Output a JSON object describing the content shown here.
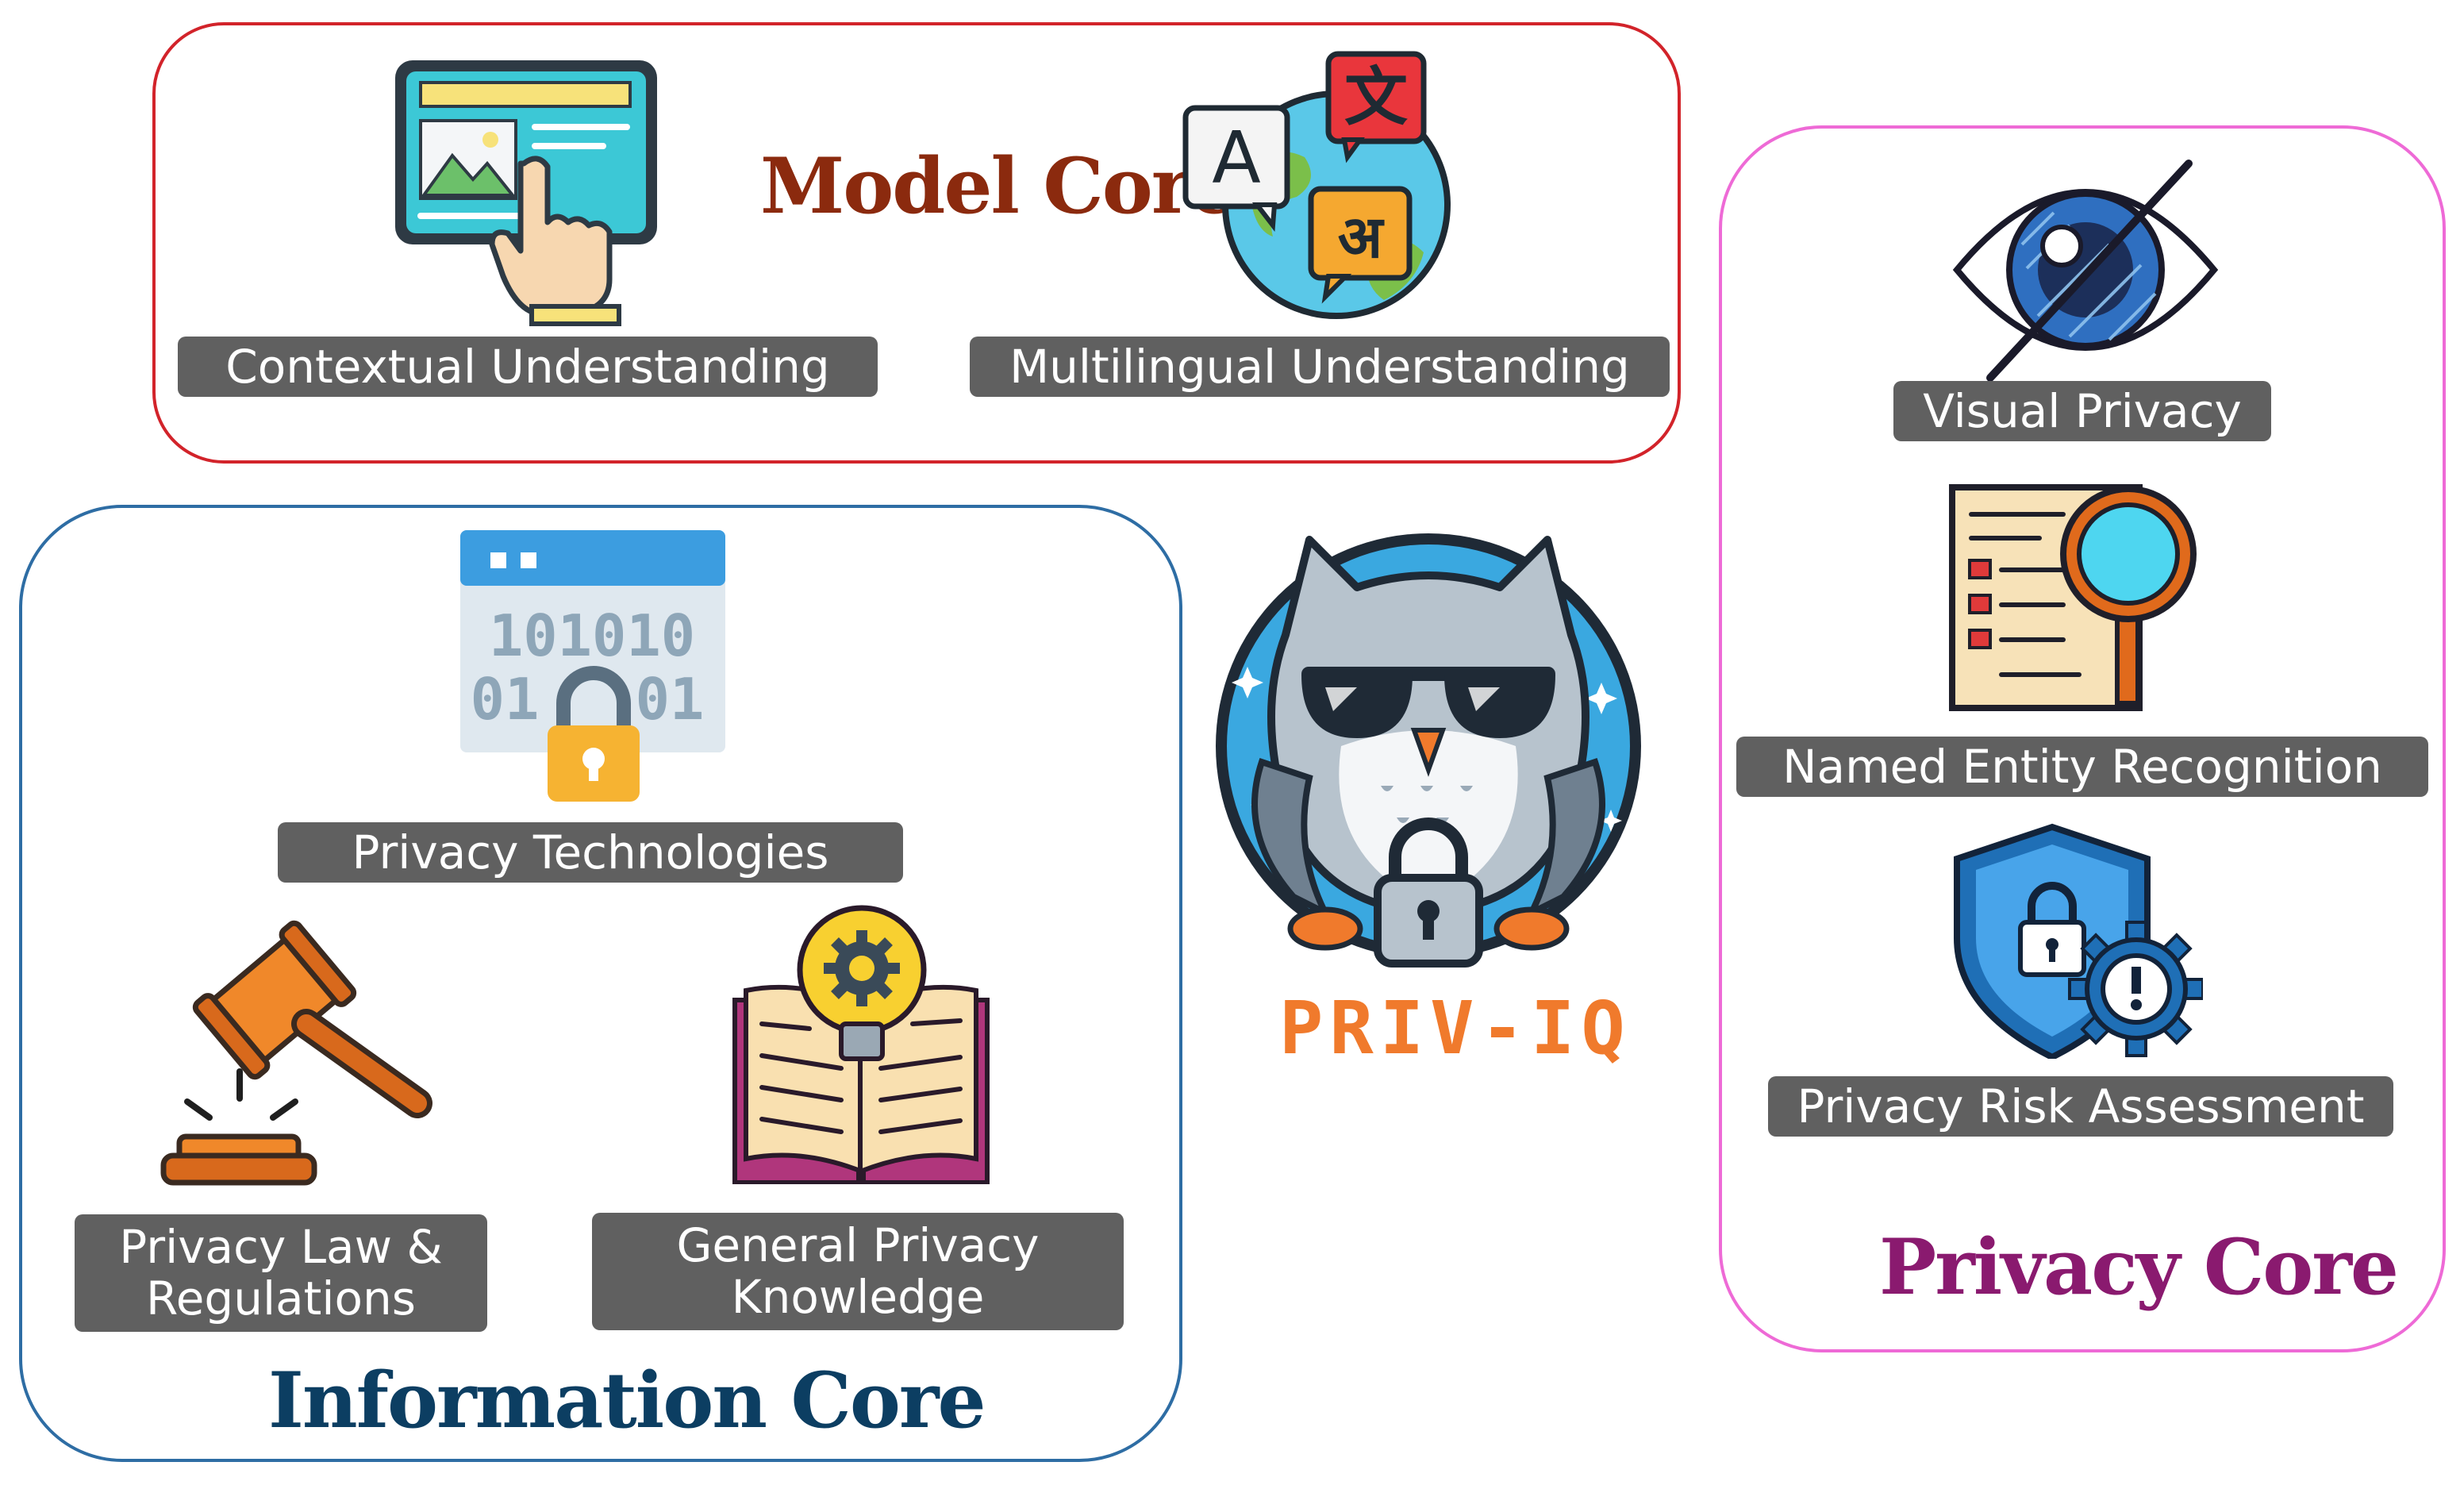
{
  "model_core": {
    "title": "Model Core",
    "title_color": "#8b2a0e",
    "border_color": "#d2232a",
    "items": [
      {
        "label": "Contextual Understanding",
        "icon": "touch-screen-icon"
      },
      {
        "label": "Multilingual Understanding",
        "icon": "globe-translate-icon"
      }
    ]
  },
  "information_core": {
    "title": "Information Core",
    "title_color": "#0c3e62",
    "border_color": "#2e6da4",
    "items": [
      {
        "label": "Privacy Technologies",
        "icon": "binary-lock-icon"
      },
      {
        "label": "Privacy Law & Regulations",
        "line1": "Privacy Law &",
        "line2": "Regulations",
        "icon": "gavel-icon"
      },
      {
        "label": "General Privacy Knowledge",
        "line1": "General Privacy",
        "line2": "Knowledge",
        "icon": "book-lightbulb-icon"
      }
    ]
  },
  "privacy_core": {
    "title": "Privacy Core",
    "title_color": "#8a1a6f",
    "border_color": "#ee6ad6",
    "items": [
      {
        "label": "Visual Privacy",
        "icon": "eye-slash-icon"
      },
      {
        "label": "Named Entity Recognition",
        "icon": "document-search-icon"
      },
      {
        "label": "Privacy Risk Assessment",
        "icon": "shield-gear-icon"
      }
    ]
  },
  "logo": {
    "text": "PRIV-IQ",
    "text_color": "#f07a2c",
    "icon": "owl-sunglasses-icon"
  },
  "label_color": "#606060"
}
